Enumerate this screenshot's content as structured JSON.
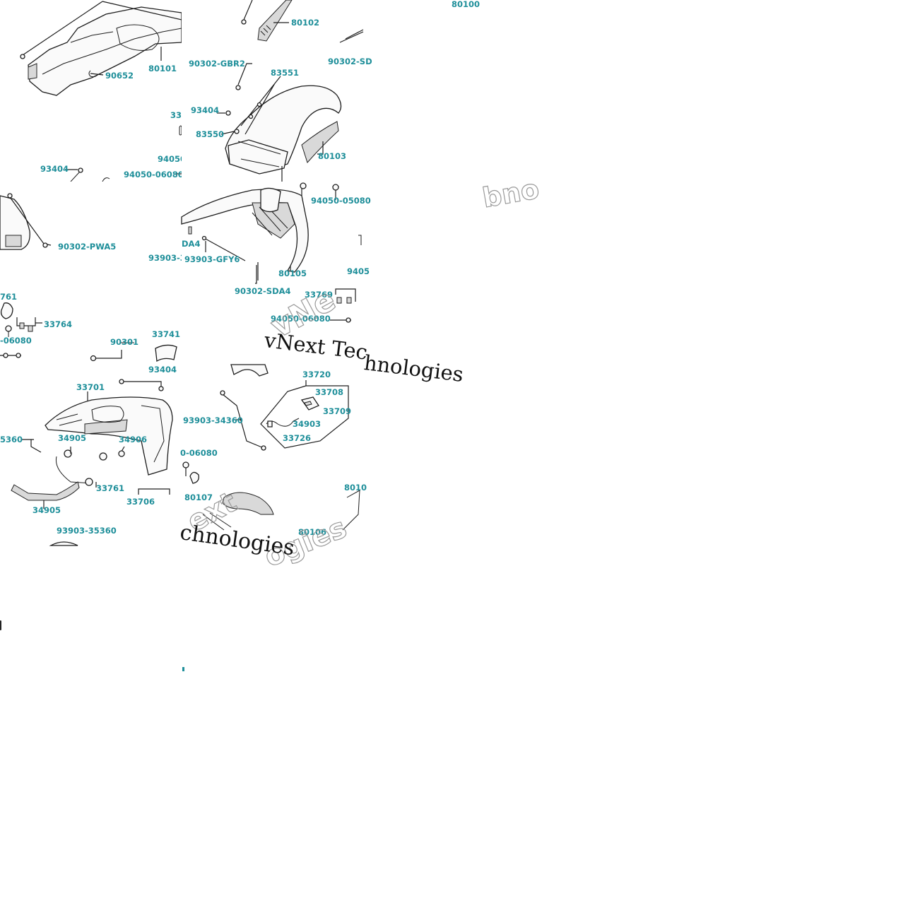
{
  "diagram": {
    "callouts": [
      "80100",
      "80102",
      "80101",
      "90652",
      "90302-GBR2",
      "83551",
      "90302-SD",
      "93404",
      "83550",
      "80103",
      "33",
      "94050-",
      "94050-06080",
      "93404",
      "90302-PWA5",
      "94050-05080",
      "DA4",
      "93903-3",
      "93903-GFY6",
      "80105",
      "9405",
      "90302-SDA4",
      "33769",
      "761",
      "33764",
      "94050-06080",
      "-06080",
      "33741",
      "90301",
      "93404",
      "33720",
      "33708",
      "33709",
      "34903",
      "33726",
      "33701",
      "93903-34360",
      "5360",
      "34905",
      "34906",
      "0-06080",
      "8010",
      "33761",
      "34905",
      "33706",
      "93903-35360",
      "80107",
      "80106"
    ],
    "watermark": {
      "main_text": "vNext Tec",
      "second_text": "hnologies",
      "lower_text": "chnologies",
      "ghost_1": "vNe",
      "ghost_2": "ext",
      "ghost_3": "ogies",
      "ghost_4": "bno"
    }
  }
}
